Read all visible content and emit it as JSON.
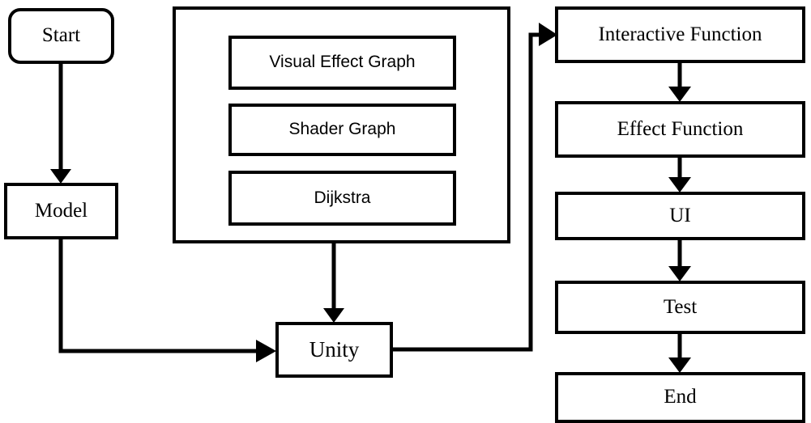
{
  "diagram": {
    "title": "Unity development workflow flowchart",
    "background_color": "#ffffff",
    "line_color": "#000000",
    "nodes": {
      "start": {
        "label": "Start",
        "shape": "rounded-rectangle"
      },
      "model": {
        "label": "Model",
        "shape": "rectangle"
      },
      "group": {
        "label": "",
        "shape": "container-rectangle"
      },
      "visual_effect_graph": {
        "label": "Visual Effect Graph",
        "shape": "rectangle"
      },
      "shader_graph": {
        "label": "Shader Graph",
        "shape": "rectangle"
      },
      "dijkstra": {
        "label": "Dijkstra",
        "shape": "rectangle"
      },
      "unity": {
        "label": "Unity",
        "shape": "rectangle"
      },
      "interactive_function": {
        "label": "Interactive Function",
        "shape": "rectangle"
      },
      "effect_function": {
        "label": "Effect Function",
        "shape": "rectangle"
      },
      "ui": {
        "label": "UI",
        "shape": "rectangle"
      },
      "test": {
        "label": "Test",
        "shape": "rectangle"
      },
      "end": {
        "label": "End",
        "shape": "rectangle"
      }
    },
    "edges": [
      {
        "from": "start",
        "to": "model",
        "arrow": true
      },
      {
        "from": "model",
        "to": "unity",
        "arrow": true
      },
      {
        "from": "group",
        "to": "unity",
        "arrow": true
      },
      {
        "from": "unity",
        "to": "interactive_function",
        "arrow": true
      },
      {
        "from": "interactive_function",
        "to": "effect_function",
        "arrow": true
      },
      {
        "from": "effect_function",
        "to": "ui",
        "arrow": true
      },
      {
        "from": "ui",
        "to": "test",
        "arrow": true
      },
      {
        "from": "test",
        "to": "end",
        "arrow": true
      }
    ]
  }
}
